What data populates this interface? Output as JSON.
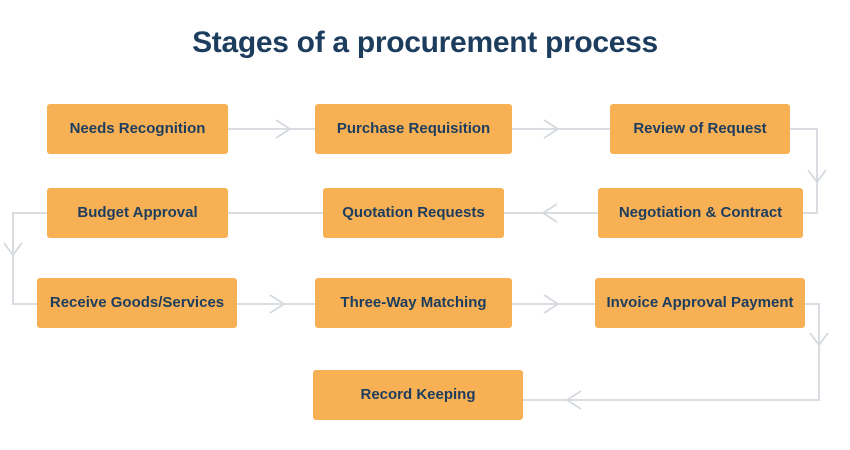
{
  "title": "Stages of a procurement process",
  "colors": {
    "box-fill": "#f7b054",
    "box-text": "#1c3d5e",
    "title-text": "#1c3d5e",
    "connector": "#d5d9de",
    "background": "#ffffff"
  },
  "stages": [
    {
      "id": "needs-recognition",
      "label": "Needs Recognition"
    },
    {
      "id": "purchase-requisition",
      "label": "Purchase Requisition"
    },
    {
      "id": "review-of-request",
      "label": "Review of Request"
    },
    {
      "id": "budget-approval",
      "label": "Budget Approval"
    },
    {
      "id": "quotation-requests",
      "label": "Quotation Requests"
    },
    {
      "id": "negotiation-contract",
      "label": "Negotiation & Contract"
    },
    {
      "id": "receive-goods-services",
      "label": "Receive Goods/Services"
    },
    {
      "id": "three-way-matching",
      "label": "Three-Way Matching"
    },
    {
      "id": "invoice-approval-payment",
      "label": "Invoice Approval Payment"
    },
    {
      "id": "record-keeping",
      "label": "Record Keeping"
    }
  ],
  "connections": [
    {
      "from": "Needs Recognition",
      "to": "Purchase Requisition"
    },
    {
      "from": "Purchase Requisition",
      "to": "Review of Request"
    },
    {
      "from": "Review of Request",
      "to": "Negotiation & Contract"
    },
    {
      "from": "Negotiation & Contract",
      "to": "Quotation Requests"
    },
    {
      "from": "Quotation Requests",
      "to": "Budget Approval"
    },
    {
      "from": "Budget Approval",
      "to": "Receive Goods/Services"
    },
    {
      "from": "Receive Goods/Services",
      "to": "Three-Way Matching"
    },
    {
      "from": "Three-Way Matching",
      "to": "Invoice Approval Payment"
    },
    {
      "from": "Invoice Approval Payment",
      "to": "Record Keeping"
    }
  ]
}
